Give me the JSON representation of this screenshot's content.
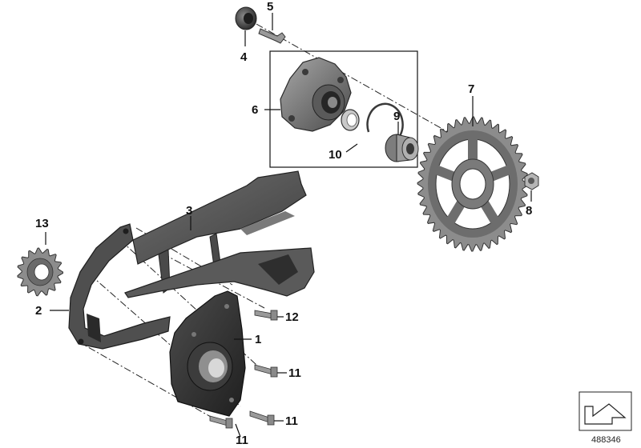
{
  "diagram": {
    "parts": [
      {
        "number": "1",
        "name": "chain-guard-cover"
      },
      {
        "number": "2",
        "name": "chain-guard-lower"
      },
      {
        "number": "3",
        "name": "chain-guard-bracket"
      },
      {
        "number": "4",
        "name": "seal-ring"
      },
      {
        "number": "5",
        "name": "stud-bolt"
      },
      {
        "number": "6",
        "name": "sprocket-carrier-assembly"
      },
      {
        "number": "7",
        "name": "rear-sprocket"
      },
      {
        "number": "8",
        "name": "nut"
      },
      {
        "number": "9",
        "name": "bearing"
      },
      {
        "number": "10",
        "name": "circlip"
      },
      {
        "number": "11",
        "name": "bolt"
      },
      {
        "number": "12",
        "name": "bolt"
      },
      {
        "number": "13",
        "name": "front-sprocket"
      }
    ],
    "labels": {
      "p1": "1",
      "p2": "2",
      "p3": "3",
      "p4": "4",
      "p5": "5",
      "p6": "6",
      "p7": "7",
      "p8": "8",
      "p9": "9",
      "p10": "10",
      "p11a": "11",
      "p11b": "11",
      "p11c": "11",
      "p12": "12",
      "p13": "13"
    },
    "document_number": "488346",
    "colors": {
      "metal_dark": "#3a3a3a",
      "metal_mid": "#6b6b6b",
      "metal_light": "#9a9a9a",
      "line": "#111111"
    }
  }
}
